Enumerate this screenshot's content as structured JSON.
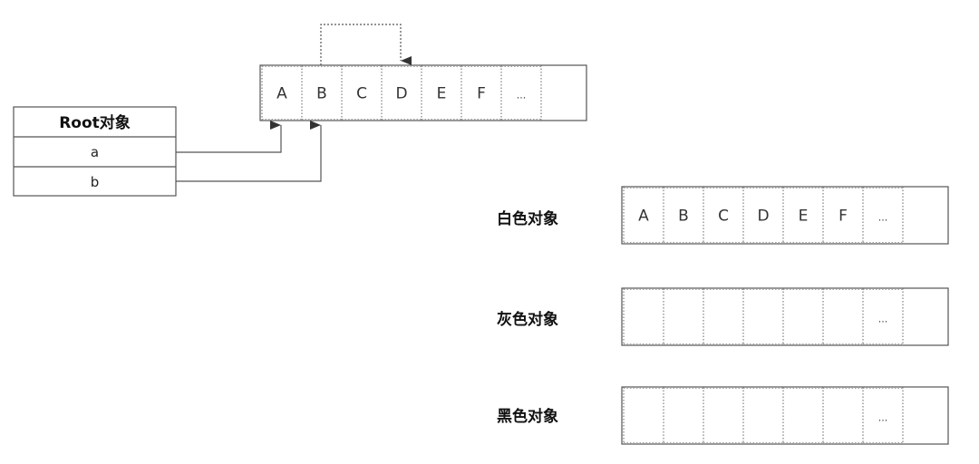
{
  "root": {
    "title": "Root对象",
    "fields": [
      "a",
      "b"
    ]
  },
  "heap": {
    "cells": [
      "A",
      "B",
      "C",
      "D",
      "E",
      "F",
      "..."
    ]
  },
  "sets": [
    {
      "label": "白色对象",
      "cells": [
        "A",
        "B",
        "C",
        "D",
        "E",
        "F",
        "..."
      ]
    },
    {
      "label": "灰色对象",
      "cells": [
        "",
        "",
        "",
        "",
        "",
        "",
        "..."
      ]
    },
    {
      "label": "黑色对象",
      "cells": [
        "",
        "",
        "",
        "",
        "",
        "",
        "..."
      ]
    }
  ],
  "colors": {
    "line": "#555555",
    "arrow": "#333333"
  }
}
